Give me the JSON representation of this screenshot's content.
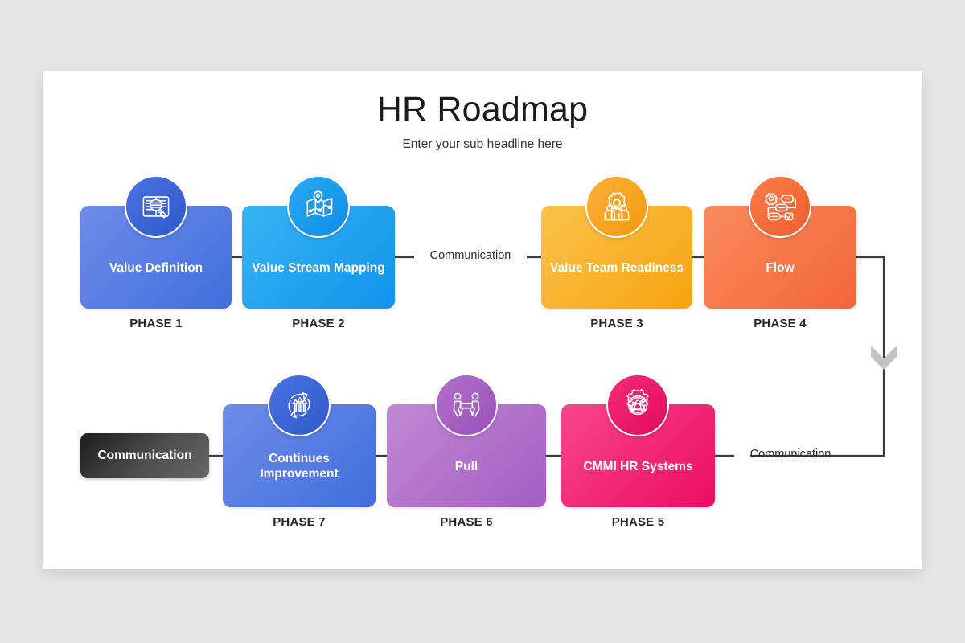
{
  "slide": {
    "title": "HR Roadmap",
    "subtitle": "Enter your sub headline here"
  },
  "connectors": {
    "top_communication_label": "Communication",
    "bottom_communication_label": "Communication",
    "communication_box_label": "Communication",
    "line_color": "#3c3c3c",
    "arrow_color": "#c4c4c4"
  },
  "cards": [
    {
      "title": "Value Definition",
      "phase": "PHASE 1",
      "icon": "document-search-icon",
      "card_from": "#6f8ce8",
      "card_to": "#3f6fdd",
      "bubble_from": "#4a72e2",
      "bubble_to": "#2f59c9"
    },
    {
      "title": "Value Stream Mapping",
      "phase": "PHASE 2",
      "icon": "map-pin-icon",
      "card_from": "#36b4f5",
      "card_to": "#1293ea",
      "bubble_from": "#29a9f2",
      "bubble_to": "#0d8ee6"
    },
    {
      "title": "Value Team Readiness",
      "phase": "PHASE 3",
      "icon": "gear-team-icon",
      "card_from": "#fbc24a",
      "card_to": "#f7a311",
      "bubble_from": "#fbb03b",
      "bubble_to": "#f59a0a"
    },
    {
      "title": "Flow",
      "phase": "PHASE 4",
      "icon": "workflow-icon",
      "card_from": "#fa8a5e",
      "card_to": "#f2663a",
      "bubble_from": "#fa7d4a",
      "bubble_to": "#ef5f2c"
    },
    {
      "title": "CMMI HR Systems",
      "phase": "PHASE 5",
      "icon": "gear-people-cycle-icon",
      "card_from": "#f8468b",
      "card_to": "#ec0d62",
      "bubble_from": "#f52c78",
      "bubble_to": "#e20a5e"
    },
    {
      "title": "Pull",
      "phase": "PHASE 6",
      "icon": "two-people-pull-icon",
      "card_from": "#c08ad4",
      "card_to": "#a55cc2",
      "bubble_from": "#b271cb",
      "bubble_to": "#9a4fb8"
    },
    {
      "title": "Continues Improvement",
      "phase": "PHASE 7",
      "icon": "cycle-arrows-icon",
      "card_from": "#6f8ce8",
      "card_to": "#3f6fdd",
      "bubble_from": "#4a72e2",
      "bubble_to": "#2f59c9"
    }
  ]
}
